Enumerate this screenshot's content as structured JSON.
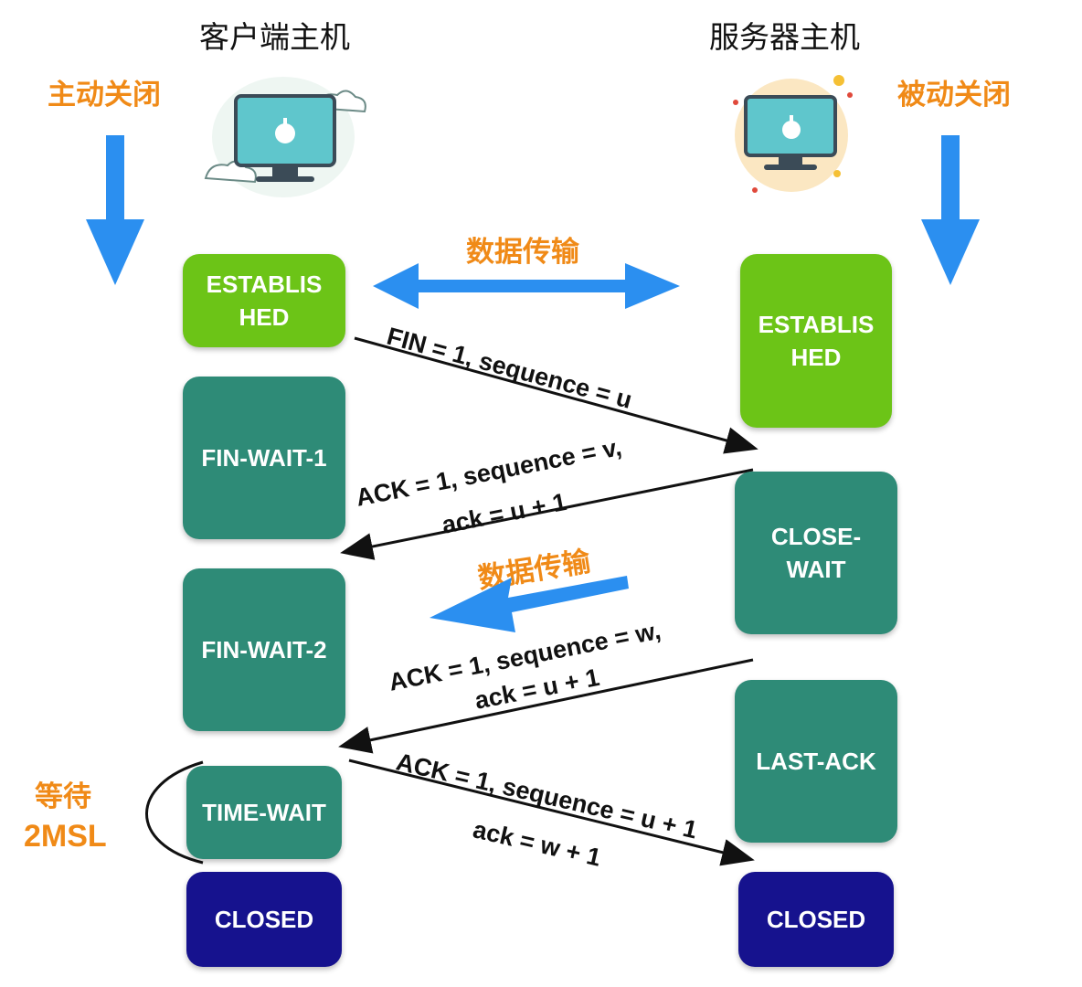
{
  "hosts": {
    "client_title": "客户端主机",
    "server_title": "服务器主机"
  },
  "labels": {
    "active_close": "主动关闭",
    "passive_close": "被动关闭",
    "data_transfer_top": "数据传输",
    "data_transfer_mid": "数据传输",
    "wait_line1": "等待",
    "wait_line2": "2MSL"
  },
  "client_states": {
    "established": "ESTABLIS\nHED",
    "fin_wait_1": "FIN-WAIT-1",
    "fin_wait_2": "FIN-WAIT-2",
    "time_wait": "TIME-WAIT",
    "closed": "CLOSED"
  },
  "server_states": {
    "established": "ESTABLIS\nHED",
    "close_wait": "CLOSE-\nWAIT",
    "last_ack": "LAST-ACK",
    "closed": "CLOSED"
  },
  "messages": {
    "m1": "FIN = 1, sequence = u",
    "m2_line1": "ACK = 1, sequence = v,",
    "m2_line2": "ack = u + 1",
    "m3_line1": "ACK = 1, sequence = w,",
    "m3_line2": "ack = u + 1",
    "m4_line1": "ACK = 1, sequence = u + 1",
    "m4_line2": "ack = w + 1"
  },
  "colors": {
    "accent_orange": "#f08a17",
    "arrow_blue": "#2b8ff0",
    "established_green": "#6cc417",
    "state_teal": "#2e8b77",
    "closed_navy": "#16128e"
  },
  "icons": {
    "client": "client-computer-icon",
    "server": "server-computer-icon"
  }
}
